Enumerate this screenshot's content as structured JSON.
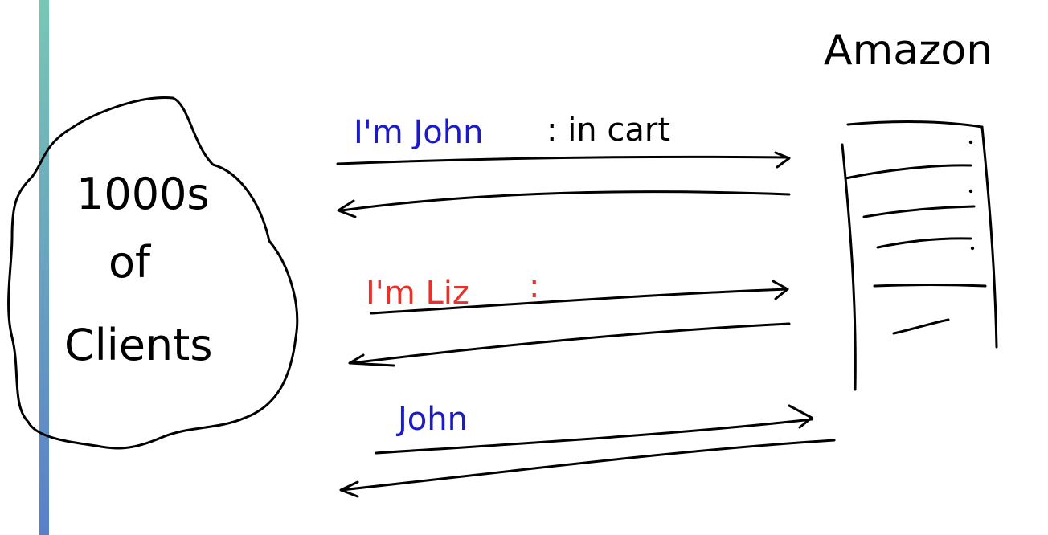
{
  "server": {
    "title": "Amazon"
  },
  "clients": {
    "label_line1": "1000s",
    "label_line2": "of",
    "label_line3": "Clients"
  },
  "messages": [
    {
      "prefix": "I'm John",
      "suffix": ": in cart",
      "prefix_color": "#1a1acc",
      "suffix_color": "#000000"
    },
    {
      "prefix": "I'm Liz",
      "suffix": ":",
      "prefix_color": "#e8312a",
      "suffix_color": "#e8312a"
    },
    {
      "prefix": "John",
      "suffix": "",
      "prefix_color": "#1a1acc",
      "suffix_color": "#000000"
    }
  ],
  "colors": {
    "ink": "#000000",
    "bar_top": "#79c7b5",
    "bar_bottom": "#5a7fc9"
  }
}
